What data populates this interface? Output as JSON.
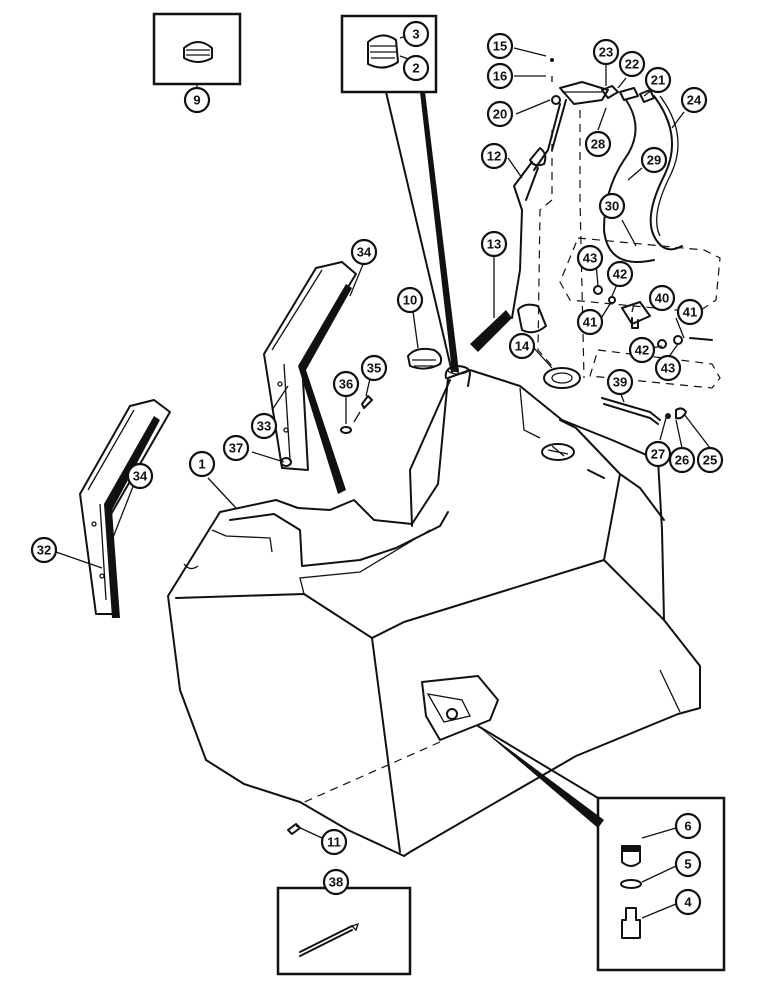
{
  "callouts": {
    "c1": "1",
    "c2": "2",
    "c3": "3",
    "c4": "4",
    "c5": "5",
    "c6": "6",
    "c9": "9",
    "c10": "10",
    "c11": "11",
    "c12": "12",
    "c13": "13",
    "c14": "14",
    "c15": "15",
    "c16": "16",
    "c20": "20",
    "c21": "21",
    "c22": "22",
    "c23": "23",
    "c24": "24",
    "c25": "25",
    "c26": "26",
    "c27": "27",
    "c28": "28",
    "c29": "29",
    "c30": "30",
    "c32": "32",
    "c33": "33",
    "c34a": "34",
    "c34b": "34",
    "c35": "35",
    "c36": "36",
    "c37": "37",
    "c38": "38",
    "c39": "39",
    "c40": "40",
    "c41a": "41",
    "c41b": "41",
    "c42a": "42",
    "c42b": "42",
    "c43a": "43",
    "c43b": "43"
  }
}
